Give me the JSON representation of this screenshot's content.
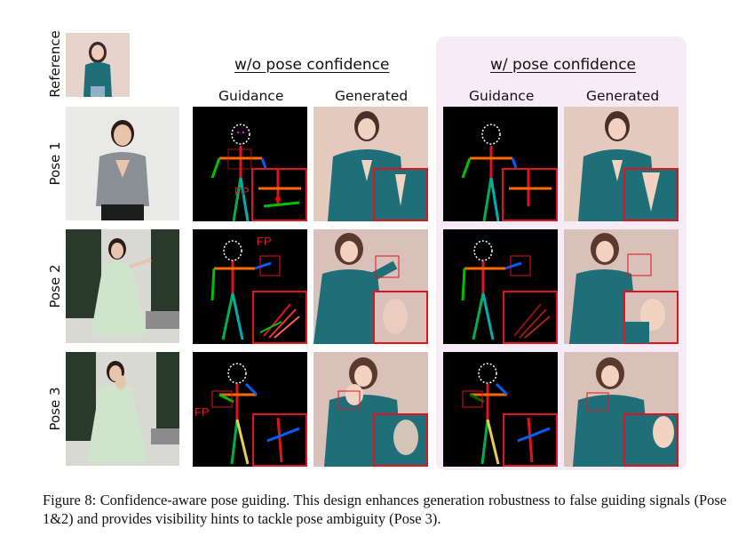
{
  "figure": {
    "reference_label": "Reference",
    "group_without": "w/o pose confidence",
    "group_with": "w/ pose confidence",
    "col_guidance": "Guidance",
    "col_generated": "Generated",
    "rows": [
      {
        "label": "Pose 1",
        "fp_label": "FP"
      },
      {
        "label": "Pose 2",
        "fp_label": "FP"
      },
      {
        "label": "Pose 3",
        "fp_label": "FP"
      }
    ],
    "caption": "Figure 8: Confidence-aware pose guiding. This design enhances generation robustness to false guiding signals (Pose 1&2) and provides visibility hints to tackle pose ambiguity (Pose 3).",
    "colors": {
      "highlight_panel": "#f7ecf5",
      "zoom_box": "#e0141e",
      "teal_hoodie": "#1f6f78",
      "skeleton_bg": "#000000"
    }
  }
}
